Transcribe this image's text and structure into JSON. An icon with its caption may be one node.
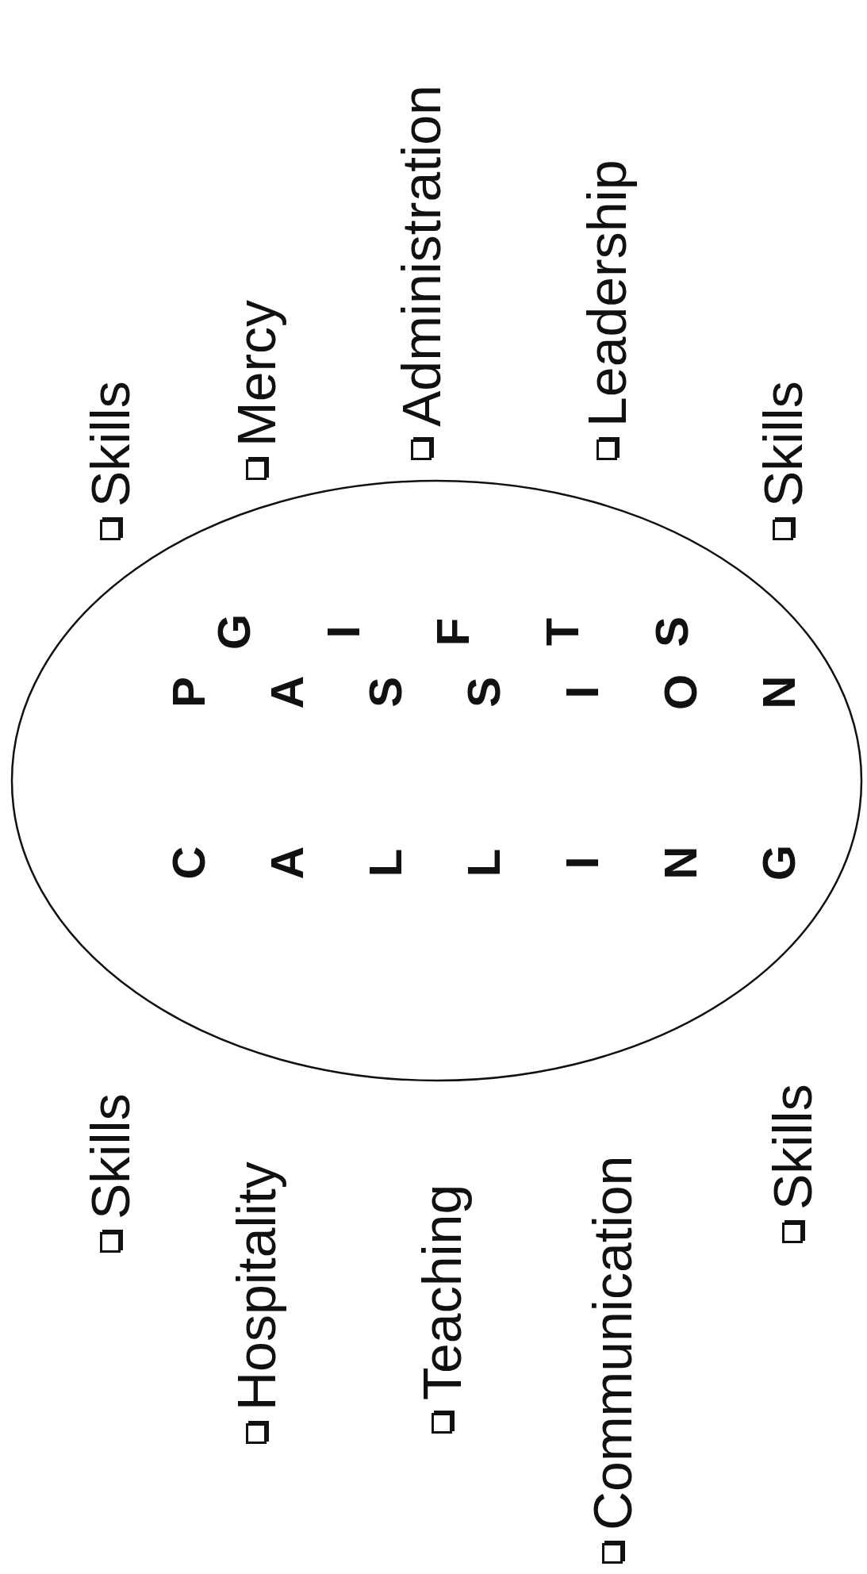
{
  "diagram": {
    "nodes": [
      {
        "text": [
          "GIFTS",
          "PASSION",
          "CALLING"
        ]
      }
    ],
    "edges": [],
    "labels": [
      "Skills",
      "Skills",
      "Hospitality",
      "Mercy",
      "Teaching",
      "Administration",
      "Communication",
      "Leadership",
      "Skills",
      "Skills"
    ]
  }
}
